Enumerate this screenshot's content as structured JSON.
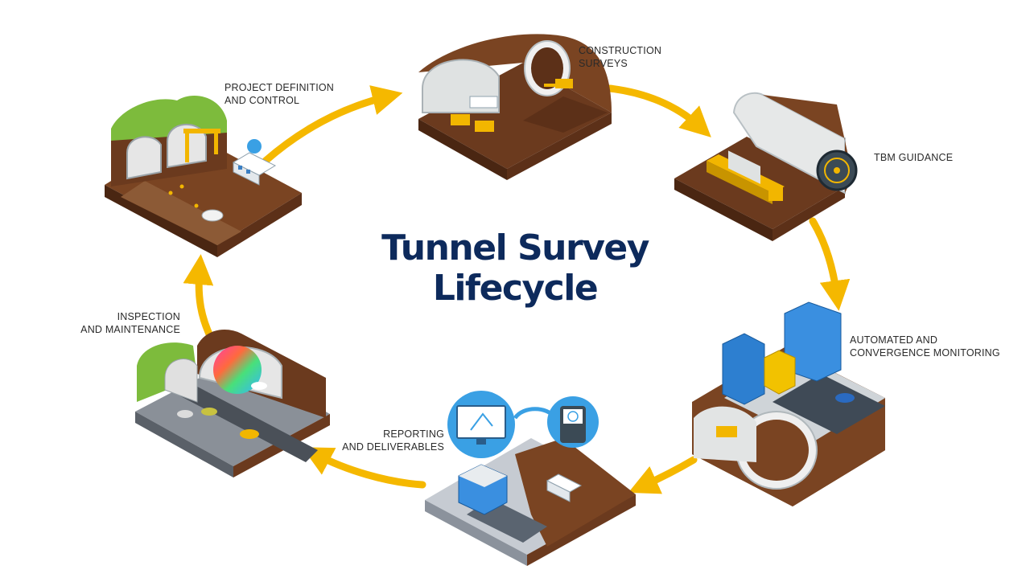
{
  "title": {
    "line1": "Tunnel Survey",
    "line2": "Lifecycle"
  },
  "stages": [
    {
      "id": "project-definition",
      "lines": [
        "PROJECT DEFINITION",
        "AND CONTROL"
      ]
    },
    {
      "id": "construction-surveys",
      "lines": [
        "CONSTRUCTION",
        "SURVEYS"
      ]
    },
    {
      "id": "tbm-guidance",
      "lines": [
        "TBM GUIDANCE"
      ]
    },
    {
      "id": "automated-monitoring",
      "lines": [
        "AUTOMATED AND",
        "CONVERGENCE MONITORING"
      ]
    },
    {
      "id": "reporting",
      "lines": [
        "REPORTING",
        "AND DELIVERABLES"
      ]
    },
    {
      "id": "inspection",
      "lines": [
        "INSPECTION",
        "AND MAINTENANCE"
      ]
    }
  ],
  "colors": {
    "title": "#0d2a5c",
    "arrow": "#f5b800",
    "ground": "#6b3a1e",
    "grass": "#7dbb3c",
    "building": "#2d7fd0"
  },
  "icons": [
    "tunnel-illustration",
    "excavator-icon",
    "tbm-cutterhead-icon",
    "office-building-icon",
    "monitor-icon",
    "tablet-controller-icon",
    "car-icon",
    "site-office-icon"
  ]
}
